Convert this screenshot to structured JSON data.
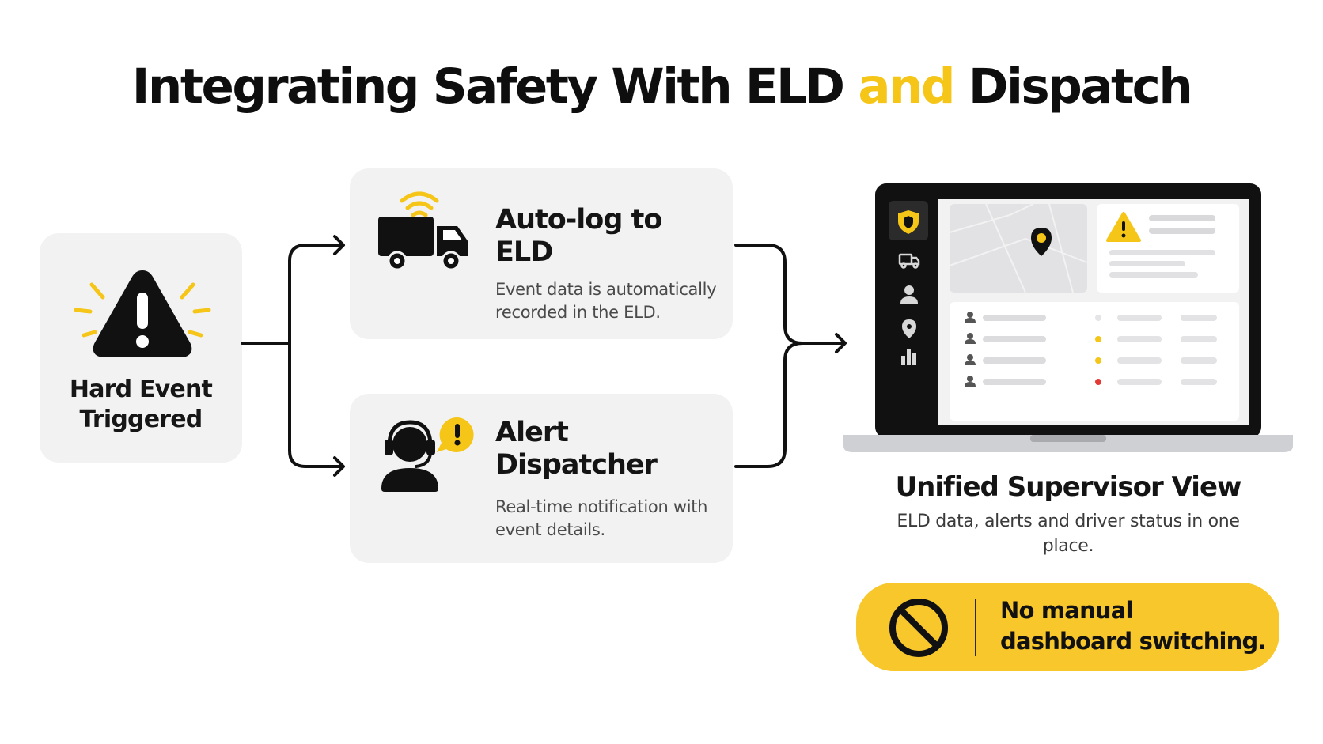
{
  "title": {
    "part1": "Integrating Safety With ELD",
    "accent": "and",
    "part2": "Dispatch"
  },
  "colors": {
    "accent": "#f5c518",
    "card": "#f2f2f3",
    "dark": "#111111",
    "alert_red": "#e53935"
  },
  "trigger": {
    "label": "Hard Event Triggered",
    "icon": "warning-triangle-icon"
  },
  "steps": [
    {
      "title": "Auto-log to ELD",
      "description": "Event data is automatically recorded in the ELD.",
      "icon": "truck-wifi-icon"
    },
    {
      "title": "Alert Dispatcher",
      "description": "Real-time notification with event details.",
      "icon": "dispatcher-headset-icon"
    }
  ],
  "supervisor": {
    "title": "Unified Supervisor View",
    "description": "ELD data, alerts and driver status in one place.",
    "sidebar_icons": [
      "shield-icon",
      "truck-icon",
      "user-icon",
      "location-pin-icon",
      "bar-chart-icon"
    ]
  },
  "banner": {
    "text": "No manual dashboard switching.",
    "icon": "prohibited-icon"
  }
}
